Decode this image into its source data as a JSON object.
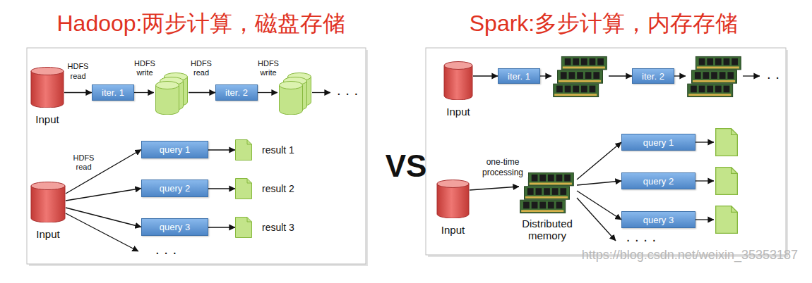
{
  "diagram": {
    "nodes": [
      {
        "text": [
          "Input"
        ]
      },
      {
        "text": [
          "iter. 1"
        ]
      },
      {
        "text": [
          "iter. 2"
        ]
      },
      {
        "text": [
          "Input"
        ]
      },
      {
        "text": [
          "query 1"
        ]
      },
      {
        "text": [
          "result 1"
        ]
      },
      {
        "text": [
          "query 2"
        ]
      },
      {
        "text": [
          "result 2"
        ]
      },
      {
        "text": [
          "query 3"
        ]
      },
      {
        "text": [
          "result 3"
        ]
      },
      {
        "text": [
          "Input"
        ]
      },
      {
        "text": [
          "iter. 1"
        ]
      },
      {
        "text": [
          "iter. 2"
        ]
      },
      {
        "text": [
          "Input"
        ]
      },
      {
        "text": [
          "Distributed memory"
        ]
      },
      {
        "text": [
          "query 1"
        ]
      },
      {
        "text": [
          "query 2"
        ]
      },
      {
        "text": [
          "query 3"
        ]
      }
    ],
    "edges": [
      {
        "from": 0,
        "to": 1,
        "arrow": "to",
        "label": "HDFS read"
      },
      {
        "from": 3,
        "to": 4,
        "arrow": "to",
        "label": "HDFS read"
      },
      {
        "from": 3,
        "to": 6,
        "arrow": "to"
      },
      {
        "from": 3,
        "to": 8,
        "arrow": "to"
      },
      {
        "from": 4,
        "to": 5,
        "arrow": "to"
      },
      {
        "from": 6,
        "to": 7,
        "arrow": "to"
      },
      {
        "from": 8,
        "to": 9,
        "arrow": "to"
      },
      {
        "from": 10,
        "to": 11,
        "arrow": "to"
      },
      {
        "from": 13,
        "to": 14,
        "arrow": "to",
        "label": "one-time processing"
      },
      {
        "from": 14,
        "to": 15,
        "arrow": "to"
      },
      {
        "from": 14,
        "to": 16,
        "arrow": "to"
      },
      {
        "from": 14,
        "to": 17,
        "arrow": "to"
      }
    ],
    "labels": [
      "Hadoop:两步计算，磁盘存储",
      "Spark:多步计算，内存存储",
      "VS",
      "HDFS write",
      "HDFS read",
      "HDFS write",
      "· · ·",
      "· · ·",
      "· ·",
      "· · · ·",
      "https://blog.csdn.net/weixin_35353187"
    ]
  }
}
